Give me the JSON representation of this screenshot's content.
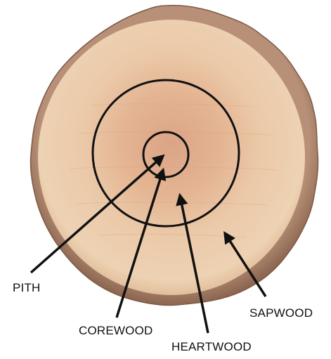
{
  "labels": {
    "pith": "PITH",
    "corewood": "COREWOOD",
    "heartwood": "HEARTWOOD",
    "sapwood": "SAPWOOD"
  },
  "colors": {
    "bark": "#a07a63",
    "bark_dark": "#7d5a45",
    "sapwood": "#e9c9a8",
    "heartwood": "#e2b08e",
    "core": "#d9a283",
    "line": "#111111"
  }
}
